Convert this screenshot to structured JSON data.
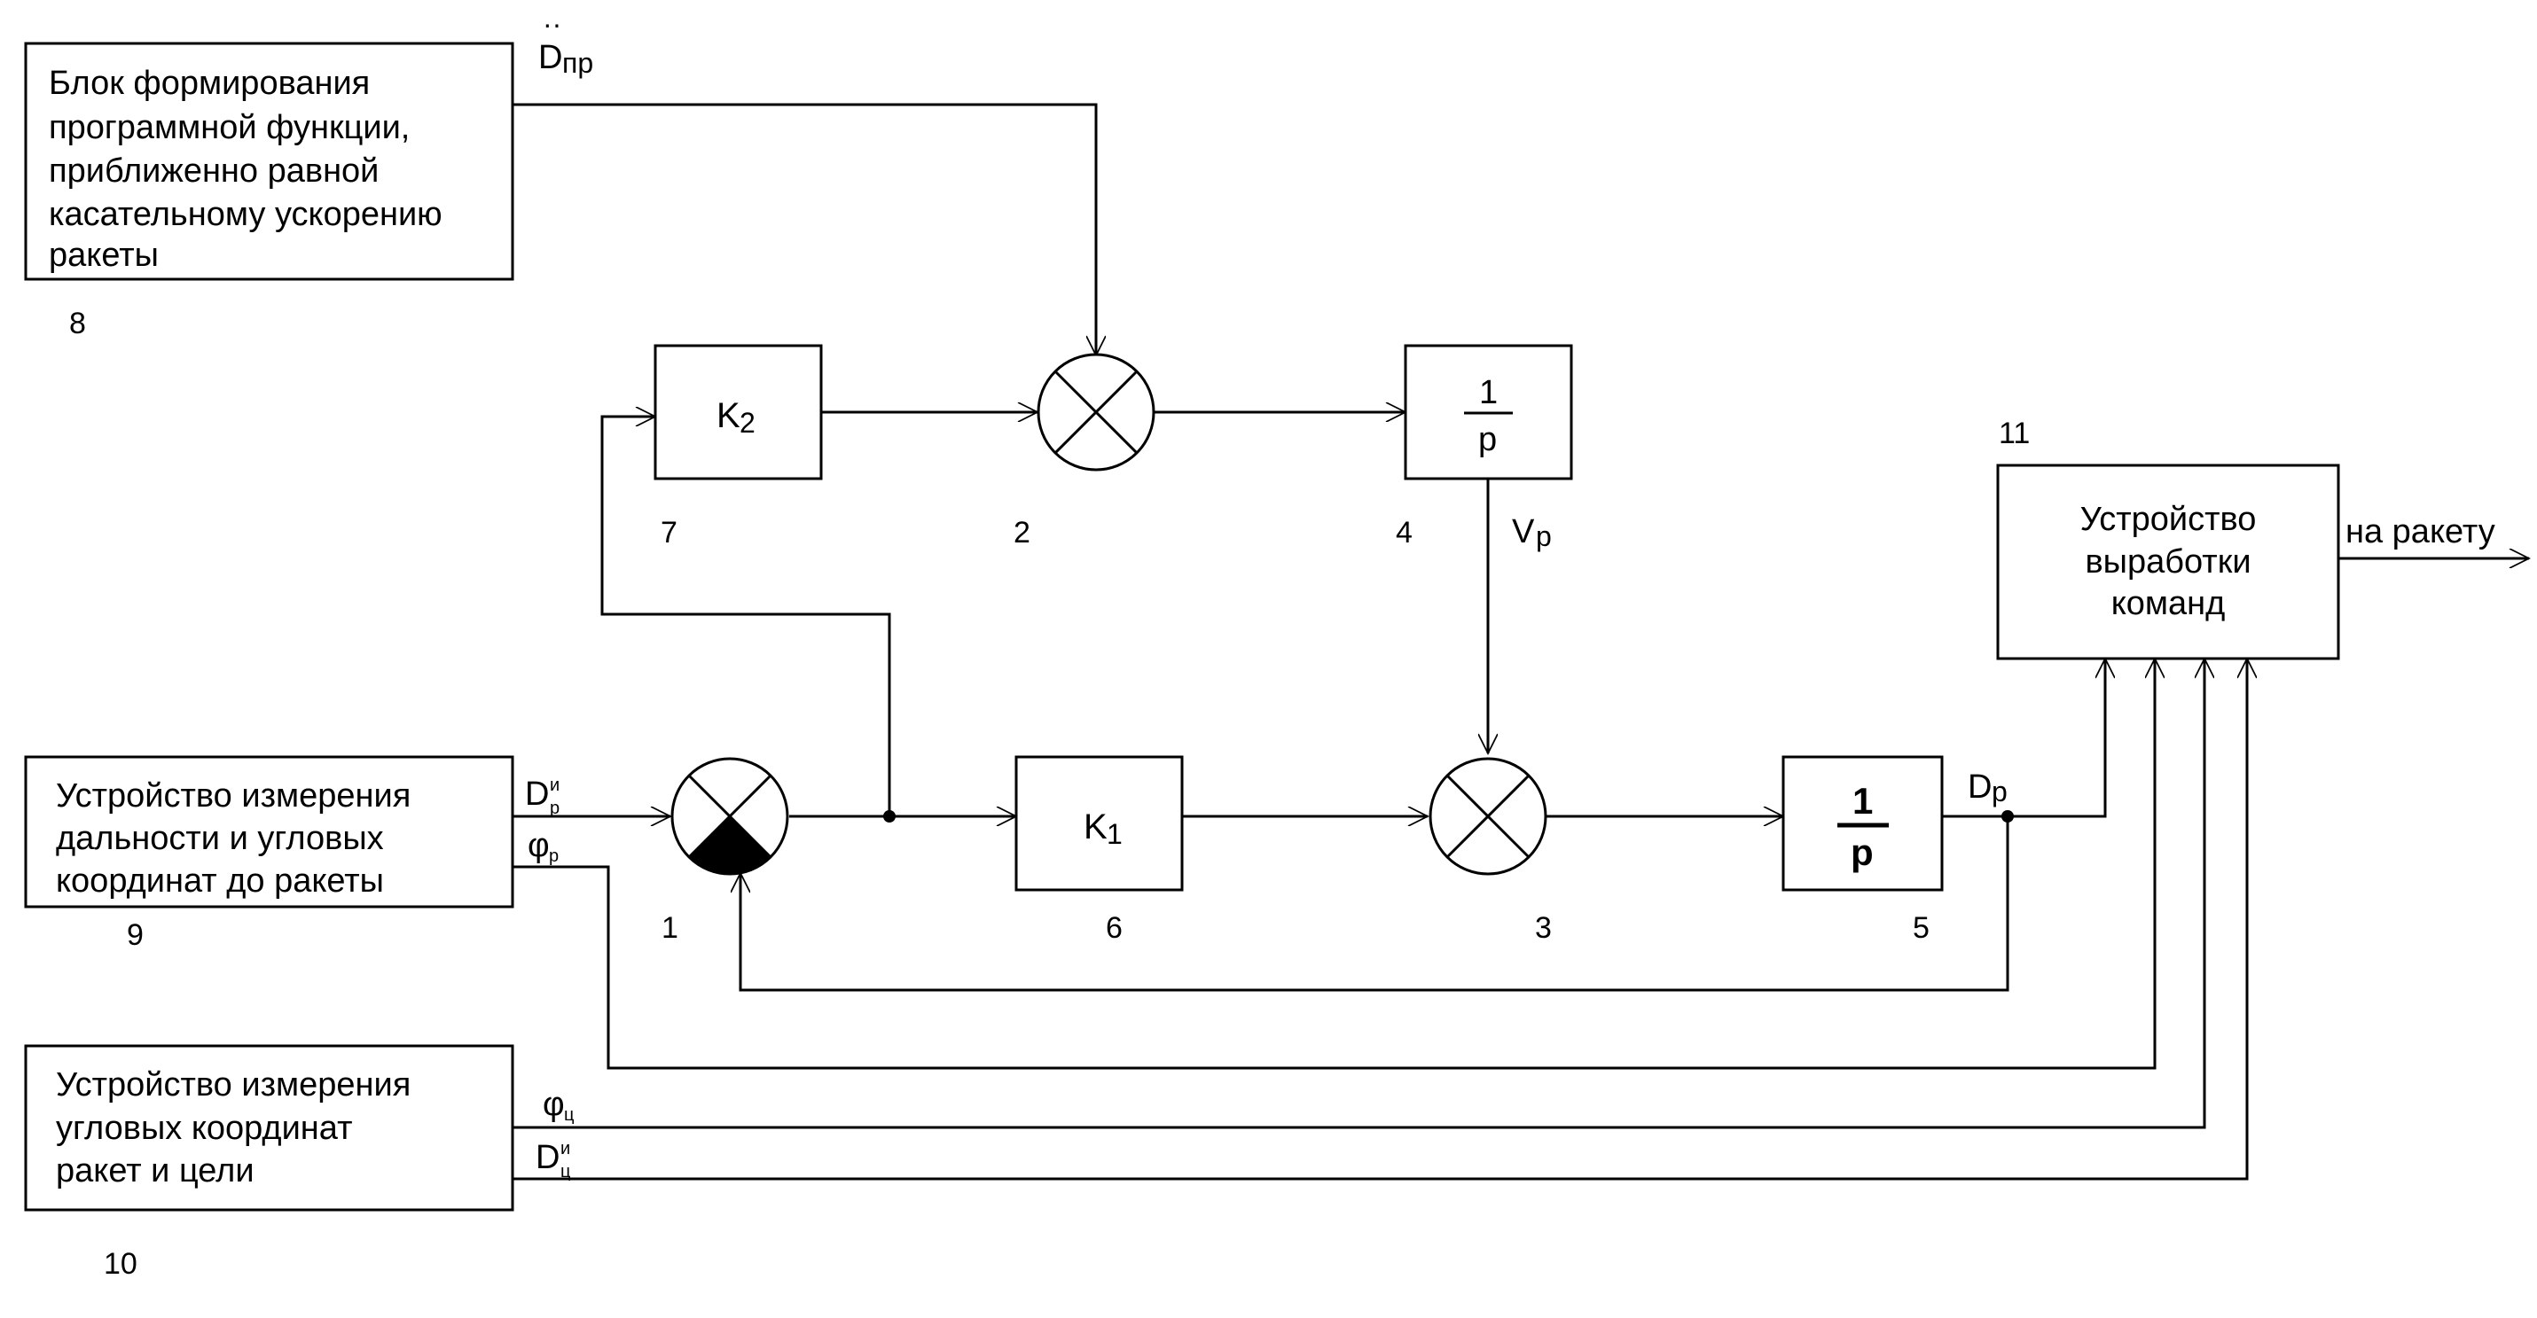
{
  "blocks": {
    "b8": {
      "lines": [
        "Блок формирования",
        "программной функции,",
        "приближенно равной",
        "касательному ускорению",
        "ракеты"
      ],
      "num": "8"
    },
    "b9": {
      "lines": [
        "Устройство измерения",
        "дальности и угловых",
        "координат до ракеты"
      ],
      "num": "9"
    },
    "b10": {
      "lines": [
        "Устройство измерения",
        "угловых координат",
        "ракет и цели"
      ],
      "num": "10"
    },
    "b11": {
      "lines": [
        "Устройство",
        "выработки",
        "команд"
      ],
      "num": "11"
    },
    "b7": {
      "label": "K",
      "sub": "2",
      "num": "7"
    },
    "b6": {
      "label": "K",
      "sub": "1",
      "num": "6"
    },
    "b4": {
      "num_top": "1",
      "den": "p",
      "num": "4"
    },
    "b5": {
      "num_top": "1",
      "den": "p",
      "num": "5"
    }
  },
  "junctions": {
    "s1": {
      "num": "1"
    },
    "s2": {
      "num": "2"
    },
    "s3": {
      "num": "3"
    }
  },
  "signals": {
    "dpr": {
      "text": "D",
      "sub": "пр",
      "dots": "··"
    },
    "vp": {
      "text": "V",
      "sub": "p"
    },
    "dp": {
      "text": "D",
      "sub": "p"
    },
    "dr": {
      "text": "D",
      "sup": "и",
      "sub": "р"
    },
    "phir": {
      "text": "φ",
      "sub": "р"
    },
    "phic": {
      "text": "φ",
      "sub": "ц"
    },
    "dc": {
      "text": "D",
      "sup": "и",
      "sub": "ц"
    },
    "out": {
      "text": "на ракету"
    }
  }
}
